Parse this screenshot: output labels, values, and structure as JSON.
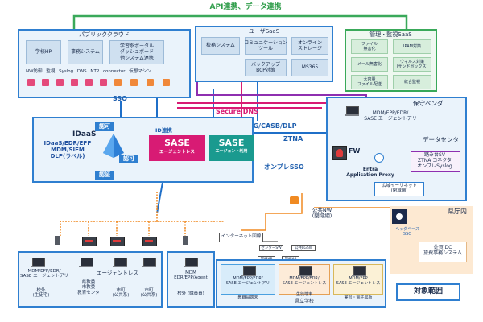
{
  "top_label": "API連携、データ連携",
  "public_cloud": {
    "title": "パブリッククラウド",
    "services": [
      "学校HP",
      "事務システム",
      "学習系ポータル\nダッシュボード\n他システム連携"
    ],
    "row_labels": [
      "NW防御",
      "監視",
      "Syslog",
      "DNS",
      "NTP",
      "connector",
      "仮想マシン"
    ]
  },
  "user_saas": {
    "title": "ユーザSaaS",
    "items": [
      "校務システム",
      "コミュニケーション\nツール",
      "オンライン\nストレージ",
      "バックアップ\nBCP対策",
      "MS365"
    ]
  },
  "mgmt_saas": {
    "title": "管理・監視SaaS",
    "items": [
      "ファイル\n無害化",
      "IPAM対策",
      "メール無害化",
      "ウィルス対策\n(サンドボックス)",
      "大容量\nファイル配送",
      "統合監視"
    ]
  },
  "links": {
    "sso": "SSO",
    "secure_dns": "Secure DNS",
    "swg": "SWG/CASB/DLP",
    "ztna": "ZTNA",
    "onprem_sso": "オンプレSSO",
    "id_link": "ID連携",
    "auth_top": "認可",
    "auth_mid": "認可",
    "auth_bottom": "認証"
  },
  "idaas": {
    "title": "IDaaS",
    "desc": "IDaaS/EDR/EPP\nMDM/SIEM\nDLP(ラベル)"
  },
  "sase_left": {
    "title": "SASE",
    "sub": "エージェントレス"
  },
  "sase_right": {
    "title": "SASE",
    "sub": "エージェント利用"
  },
  "vendor": {
    "title": "保守ベンダ",
    "desc": "MDM/EPP/EDR/\nSASE エージェントアリ"
  },
  "datacenter": {
    "title": "データセンタ",
    "fw": "FW",
    "entra": "Entra\nApplication Proxy",
    "list": "踏み台SV\nZTNA コネクタ\nオンプレSyslog",
    "wan": "広域イーサネット\n(閉域網)"
  },
  "public_nw": "公共NW\n(閉域網)",
  "prefecture": {
    "title": "県庁内",
    "sso": "ヘッダベース\nSSO",
    "system": "佐賀IDC\n旅費事務システム"
  },
  "scope_label": "対象範囲",
  "internet_gw": "インターネット回線",
  "gw_switches": [
    "センターSW",
    "公共LGSW",
    "無線AP",
    "無線AP"
  ],
  "bottom_left": {
    "agent_label": "エージェントレス",
    "mdm_label": "MDM/EPP/EDR/\nSASE エージェントアリ",
    "mdm_agent": "MDM\nEDR/EPP/Agent",
    "sites": [
      "校外\n(生徒宅)",
      "県教委\n市教委\n教育センタ",
      "市町\n(公共系)",
      "市町\n(公共系)",
      "校外 (職員員)"
    ]
  },
  "school": {
    "title": "県立学校",
    "items": [
      "MDM/EPP/EDR/\nSASE エージェントアリ",
      "MDM/EPP/EDR/\nSASE エージェントレス",
      "MDM/EPP\nSASE エージェントレス"
    ],
    "subs": [
      "教職員端末",
      "生徒端末",
      "実習・電子黒板"
    ]
  }
}
